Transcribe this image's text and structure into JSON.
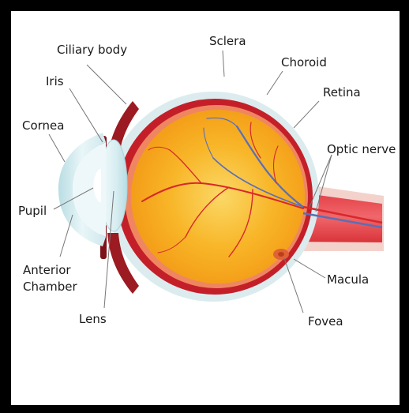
{
  "labels": {
    "ciliary_body": "Ciliary body",
    "sclera": "Sclera",
    "iris": "Iris",
    "choroid": "Choroid",
    "retina": "Retina",
    "cornea": "Cornea",
    "optic_nerve": "Optic nerve",
    "pupil": "Pupil",
    "anterior_chamber_line1": "Anterior",
    "anterior_chamber_line2": "Chamber",
    "macula": "Macula",
    "lens": "Lens",
    "fovea": "Fovea"
  },
  "colors": {
    "frame": "#000000",
    "sclera": "#cfe6e9",
    "choroid": "#c7202a",
    "retina": "#f08a5d",
    "vitreous": "#f7a81b",
    "vitreous_center": "#fbd15a",
    "vessel_artery": "#d8282b",
    "vessel_vein": "#5b6fb5",
    "nerve": "#e8454a",
    "lens": "#d8eef2",
    "cornea": "#e2f2f5",
    "leader_line": "#777777"
  }
}
